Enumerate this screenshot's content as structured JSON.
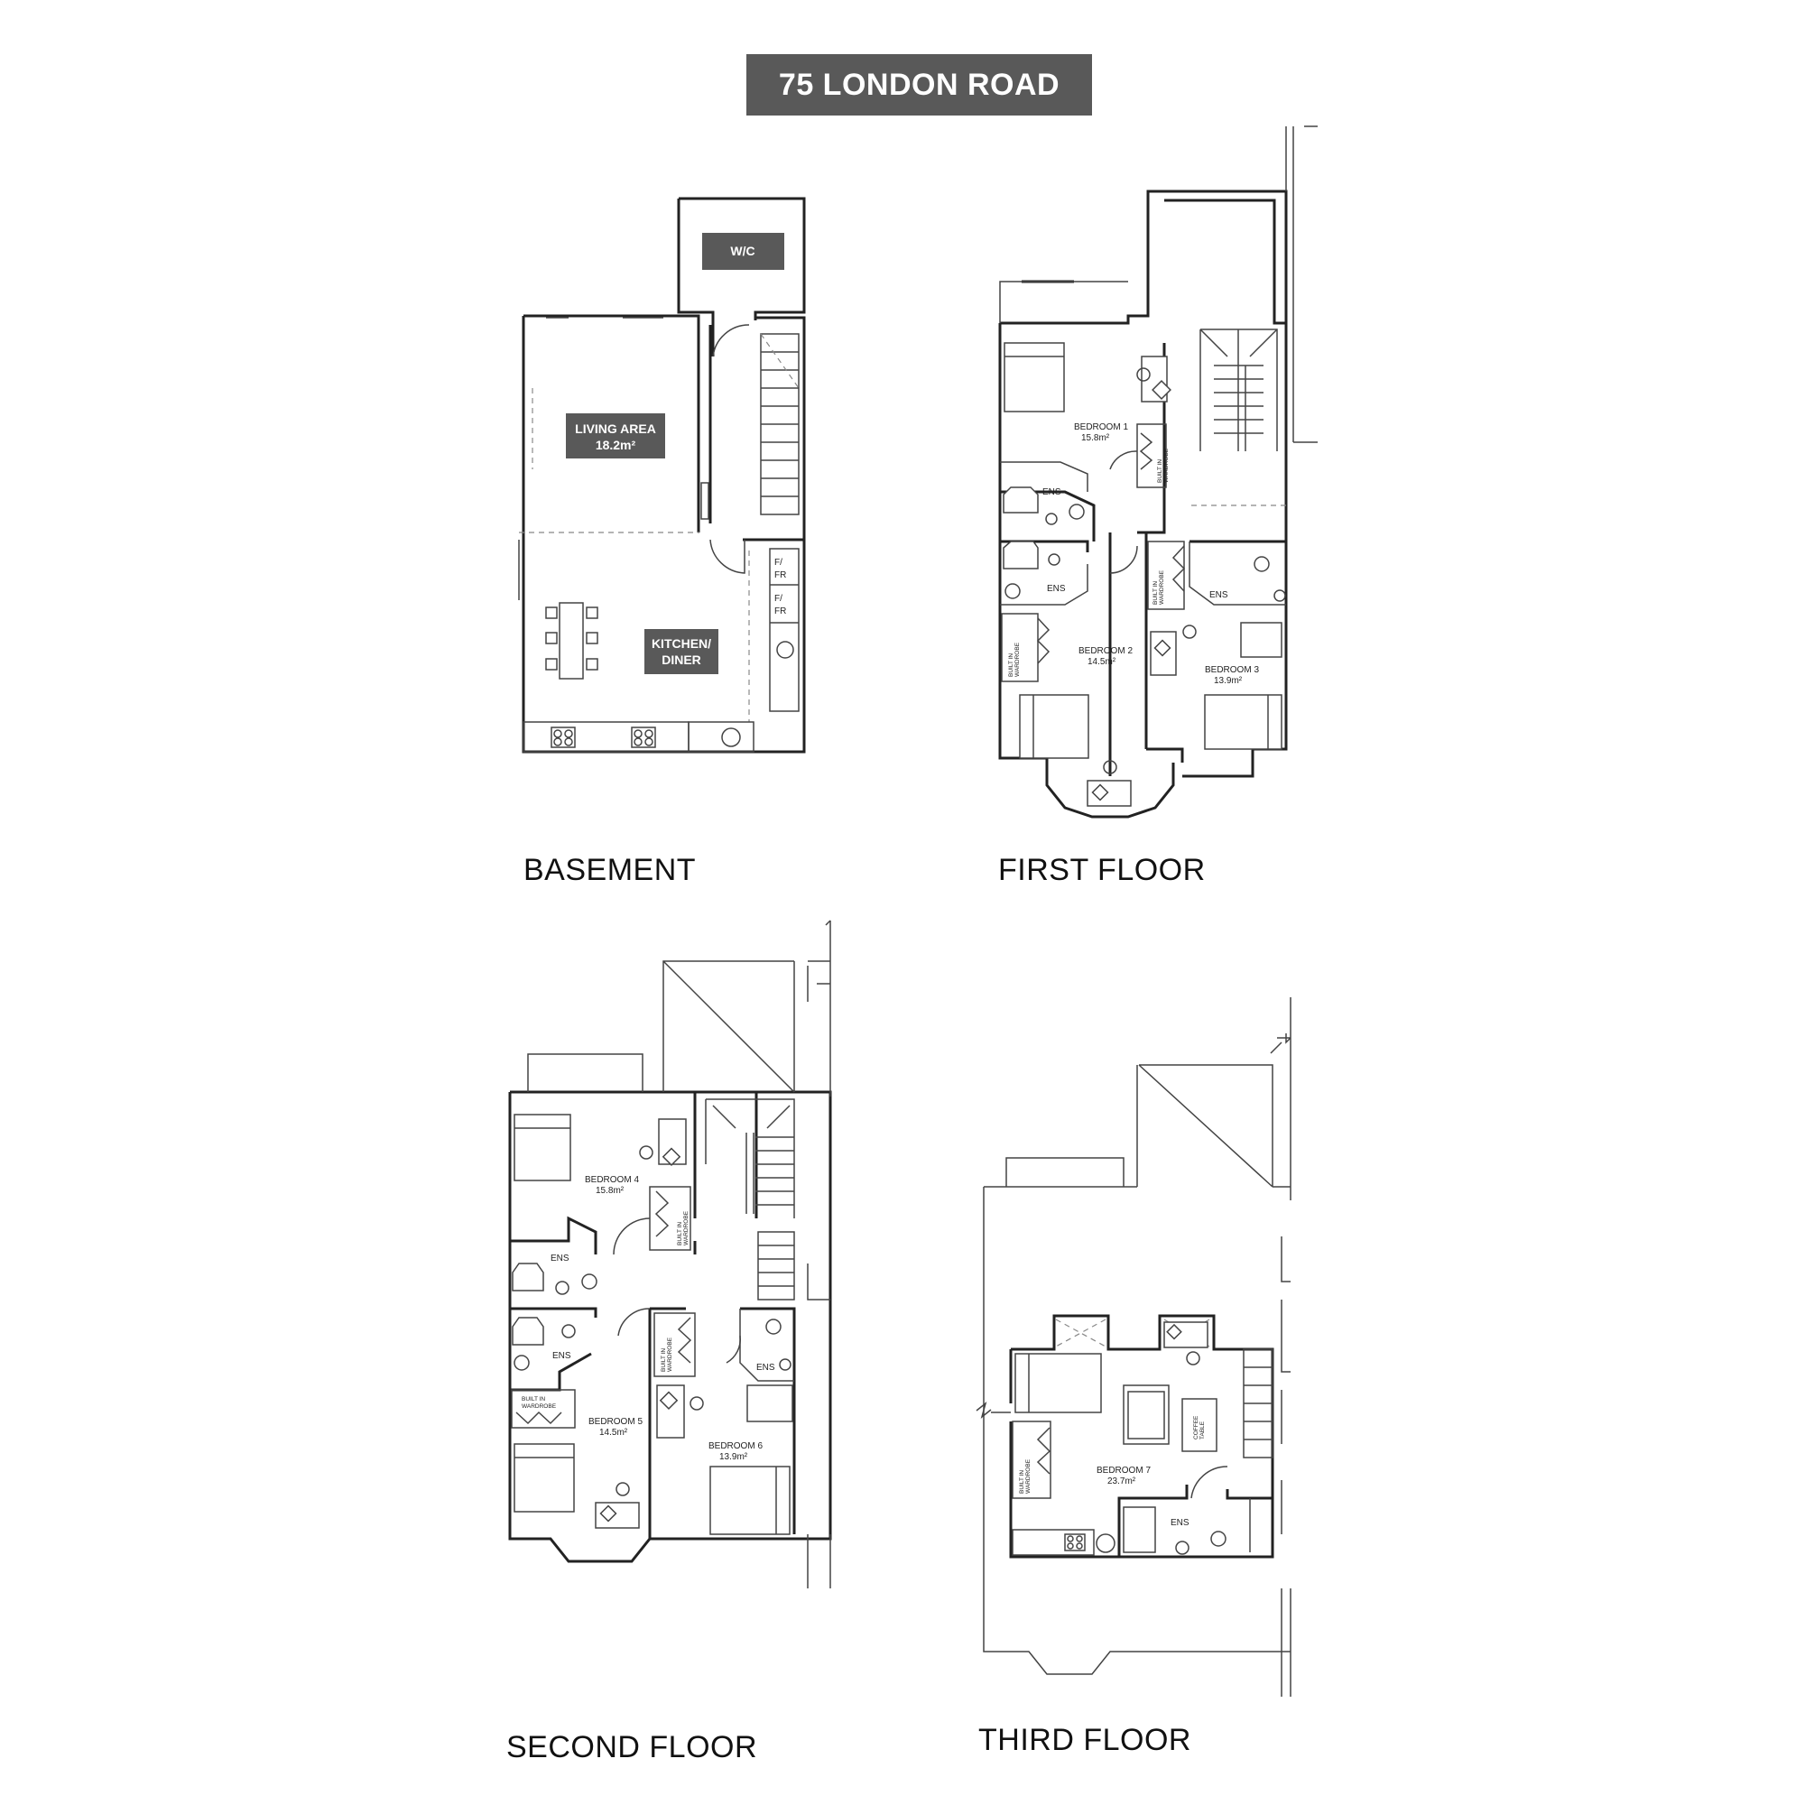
{
  "title": "75 LONDON ROAD",
  "floors": {
    "basement": {
      "label": "BASEMENT",
      "wc": "W/C",
      "living": "LIVING AREA",
      "living_area": "18.2m²",
      "kitchen_line1": "KITCHEN/",
      "kitchen_line2": "DINER",
      "fridge1_line1": "F/",
      "fridge1_line2": "FR",
      "fridge2_line1": "F/",
      "fridge2_line2": "FR"
    },
    "first": {
      "label": "FIRST FLOOR",
      "bedroom1": "BEDROOM 1",
      "bedroom1_area": "15.8m²",
      "bedroom2": "BEDROOM 2",
      "bedroom2_area": "14.5m²",
      "bedroom3": "BEDROOM 3",
      "bedroom3_area": "13.9m²",
      "ens1": "ENS",
      "ens2": "ENS",
      "ens3": "ENS",
      "wardrobe_line1": "BUILT IN",
      "wardrobe_line2": "WARDROBE"
    },
    "second": {
      "label": "SECOND FLOOR",
      "bedroom4": "BEDROOM 4",
      "bedroom4_area": "15.8m²",
      "bedroom5": "BEDROOM 5",
      "bedroom5_area": "14.5m²",
      "bedroom6": "BEDROOM 6",
      "bedroom6_area": "13.9m²",
      "ens4": "ENS",
      "ens5": "ENS",
      "ens6": "ENS",
      "wardrobe_line1": "BUILT IN",
      "wardrobe_line2": "WARDROBE"
    },
    "third": {
      "label": "THIRD FLOOR",
      "bedroom7": "BEDROOM 7",
      "bedroom7_area": "23.7m²",
      "ens7": "ENS",
      "coffee_line1": "COFFEE",
      "coffee_line2": "TABLE",
      "wardrobe_line1": "BUILT IN",
      "wardrobe_line2": "WARDROBE"
    }
  }
}
